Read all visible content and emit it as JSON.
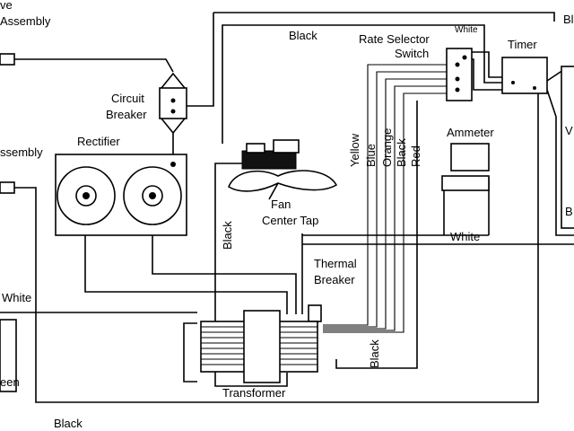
{
  "labels": {
    "valve_assembly_line1": "ve",
    "valve_assembly_line2": "Assembly",
    "assembly_left": "ssembly",
    "circuit_breaker_line1": "Circuit",
    "circuit_breaker_line2": "Breaker",
    "rectifier": "Rectifier",
    "black_top": "Black",
    "rate_selector_line1": "Rate Selector",
    "rate_selector_line2": "Switch",
    "white_switch": "White",
    "timer": "Timer",
    "fan_line1": "Fan",
    "fan_line2": "Center Tap",
    "ammeter": "Ammeter",
    "white_right": "White",
    "thermal_breaker_line1": "Thermal",
    "thermal_breaker_line2": "Breaker",
    "transformer": "Transformer",
    "white_left": "White",
    "green_left": "een",
    "black_bottom": "Black",
    "black_vertical": "Black",
    "black_vertical_lower": "Black",
    "yellow": "Yellow",
    "blue": "Blue",
    "orange": "Orange",
    "black_wire": "Black",
    "red": "Red",
    "right_edge_v": "V",
    "right_edge_b": "B"
  }
}
